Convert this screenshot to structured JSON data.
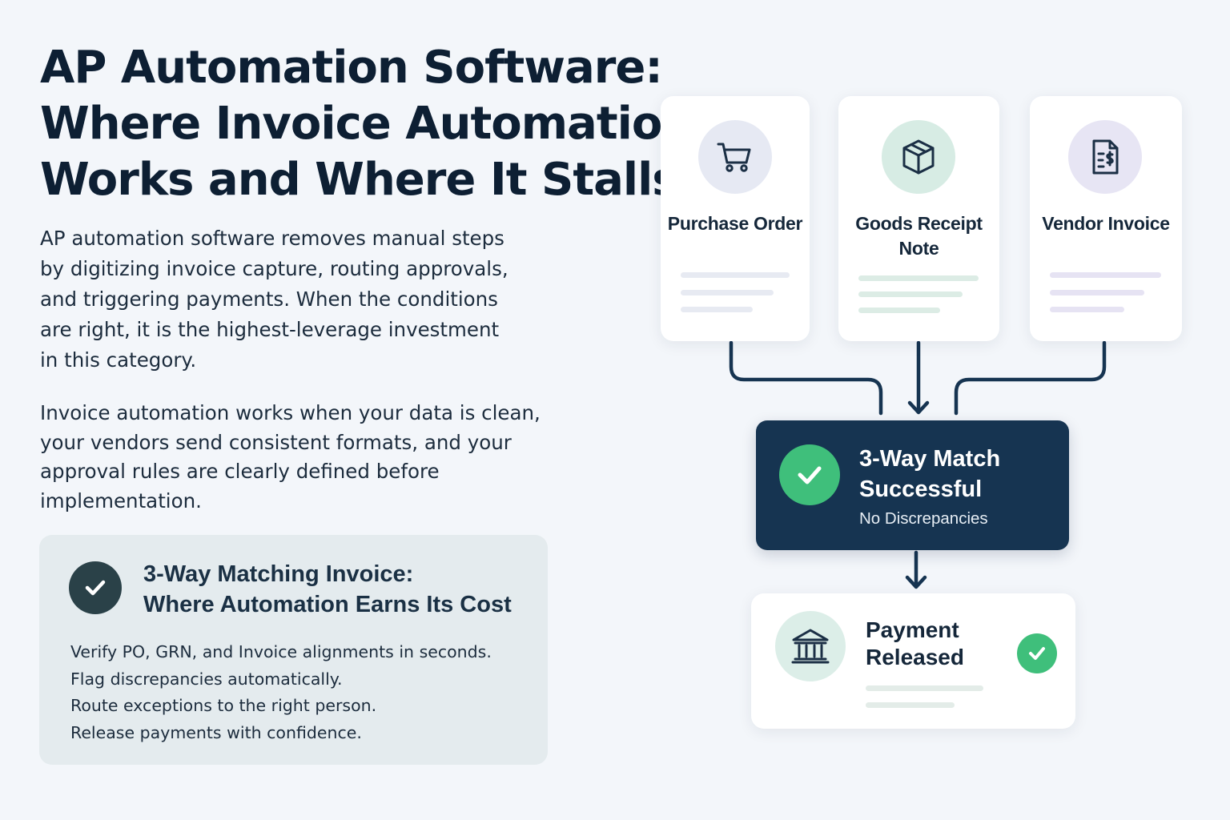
{
  "title": {
    "line1": "AP Automation Software:",
    "line2": "Where Invoice Automation",
    "line3": "Works and Where It Stalls"
  },
  "intro": {
    "lines": [
      "AP automation software removes manual steps",
      "by digitizing invoice capture, routing approvals,",
      "and triggering payments. When the conditions",
      "are right, it is the highest-leverage investment",
      "in this category."
    ]
  },
  "conditions": {
    "lines": [
      "Invoice automation works when your data is clean,",
      "your vendors send consistent formats, and your",
      "approval rules are clearly defined before",
      "implementation."
    ]
  },
  "callout": {
    "icon": "check-circle-icon",
    "title_line1": "3-Way Matching Invoice:",
    "title_line2": "Where Automation Earns Its Cost",
    "items": [
      "Verify PO, GRN, and Invoice alignments in seconds.",
      "Flag discrepancies automatically.",
      "Route exceptions to the right person.",
      "Release payments with confidence."
    ]
  },
  "documents": [
    {
      "icon": "shopping-cart-icon",
      "label_line1": "Purchase Order",
      "label_line2": "",
      "accent": "#e6e9f3"
    },
    {
      "icon": "package-box-icon",
      "label_line1": "Goods Receipt",
      "label_line2": "Note",
      "accent": "#d7ece4"
    },
    {
      "icon": "invoice-document-icon",
      "label_line1": "Vendor Invoice",
      "label_line2": "",
      "accent": "#e7e5f4"
    }
  ],
  "match": {
    "icon": "check-icon",
    "title_line1": "3-Way Match",
    "title_line2": "Successful",
    "subtitle": "No Discrepancies"
  },
  "payment": {
    "icon": "bank-icon",
    "title_line1": "Payment",
    "title_line2": "Released",
    "status_icon": "check-icon"
  },
  "colors": {
    "navy": "#163451",
    "green": "#3fbf7b",
    "background": "#f3f6fa",
    "callout_bg": "#e4ebee"
  }
}
